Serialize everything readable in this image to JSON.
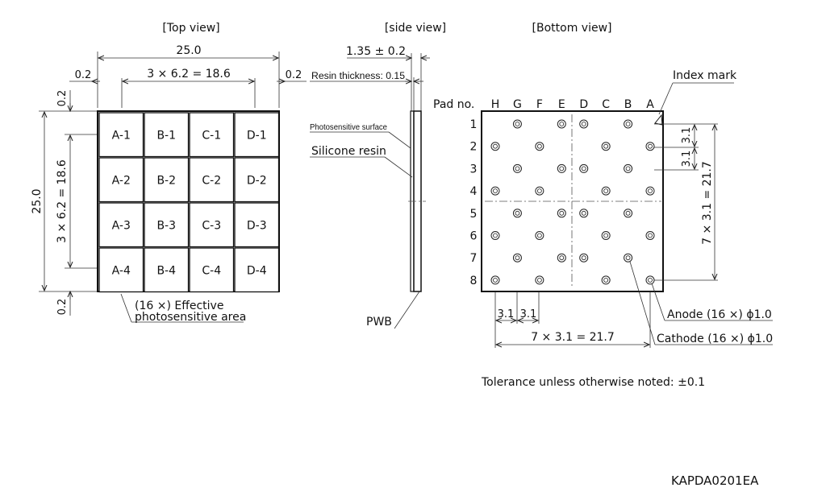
{
  "views": {
    "top": "[Top view]",
    "side": "[side view]",
    "bottom": "[Bottom view]"
  },
  "top_view": {
    "dim_width": "25.0",
    "dim_margin_left": "0.2",
    "dim_pitch": "3 × 6.2 = 18.6",
    "dim_margin_right": "0.2",
    "dim_margin_top": "0.2",
    "dim_height": "25.0",
    "dim_pitch_vertical": "3 × 6.2 = 18.6",
    "dim_margin_bottom": "0.2",
    "cells": [
      [
        "A-1",
        "B-1",
        "C-1",
        "D-1"
      ],
      [
        "A-2",
        "B-2",
        "C-2",
        "D-2"
      ],
      [
        "A-3",
        "B-3",
        "C-3",
        "D-3"
      ],
      [
        "A-4",
        "B-4",
        "C-4",
        "D-4"
      ]
    ],
    "note_line1": "(16 ×) Effective",
    "note_line2": "photosensitive area"
  },
  "side_view": {
    "dim_thickness": "1.35 ± 0.2",
    "resin_thickness": "Resin thickness: 0.15",
    "photosensitive_surface": "Photosensitive surface",
    "silicone_resin": "Silicone resin",
    "pwb": "PWB"
  },
  "bottom_view": {
    "pad_no_label": "Pad no.",
    "columns": [
      "H",
      "G",
      "F",
      "E",
      "D",
      "C",
      "B",
      "A"
    ],
    "rows": [
      "1",
      "2",
      "3",
      "4",
      "5",
      "6",
      "7",
      "8"
    ],
    "index_mark": "Index mark",
    "dim_pitch_a": "3.1",
    "dim_pitch_b": "3.1",
    "dim_total_h": "7 × 3.1 = 21.7",
    "dim_right_a": "3.1",
    "dim_right_b": "3.1",
    "dim_total_v": "7 × 3.1 = 21.7",
    "anode": "Anode (16 ×) ϕ1.0",
    "cathode": "Cathode (16 ×) ϕ1.0"
  },
  "tolerance_note": "Tolerance unless otherwise noted: ±0.1",
  "drawing_code": "KAPDA0201EA"
}
